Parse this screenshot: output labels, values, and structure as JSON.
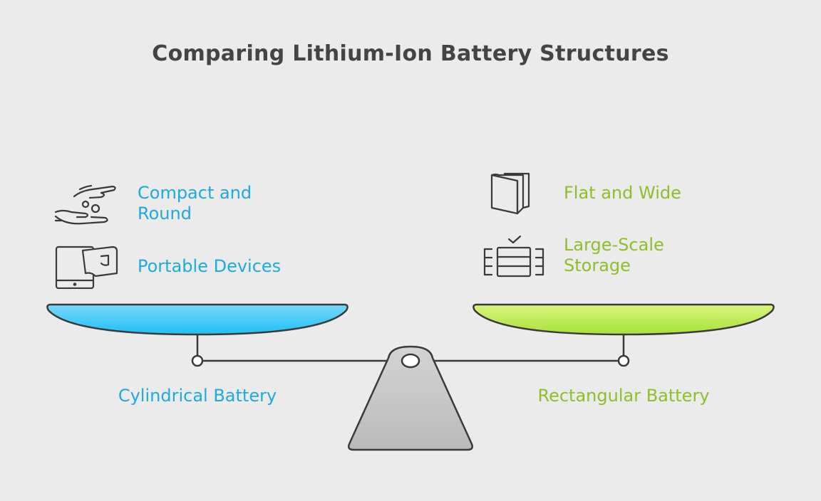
{
  "title": "Comparing Lithium-Ion Battery Structures",
  "left": {
    "name": "Cylindrical Battery",
    "color": "#1fa9dc",
    "pan_color_top": "#7ad8fb",
    "pan_color_bottom": "#1ec0f7",
    "features": [
      {
        "icon": "hand-coins-icon",
        "text_line1": "Compact and",
        "text_line2": "Round"
      },
      {
        "icon": "phone-tablet-icon",
        "text_line1": "Portable Devices"
      }
    ]
  },
  "right": {
    "name": "Rectangular Battery",
    "color": "#8cbf2a",
    "pan_color_top": "#d9f57c",
    "pan_color_bottom": "#a6e23a",
    "features": [
      {
        "icon": "book-panels-icon",
        "text_line1": "Flat and Wide"
      },
      {
        "icon": "storage-rack-icon",
        "text_line1": "Large-Scale",
        "text_line2": "Storage"
      }
    ]
  },
  "fulcrum_color": "#c4c4c4",
  "line_color": "#3a3a3a"
}
